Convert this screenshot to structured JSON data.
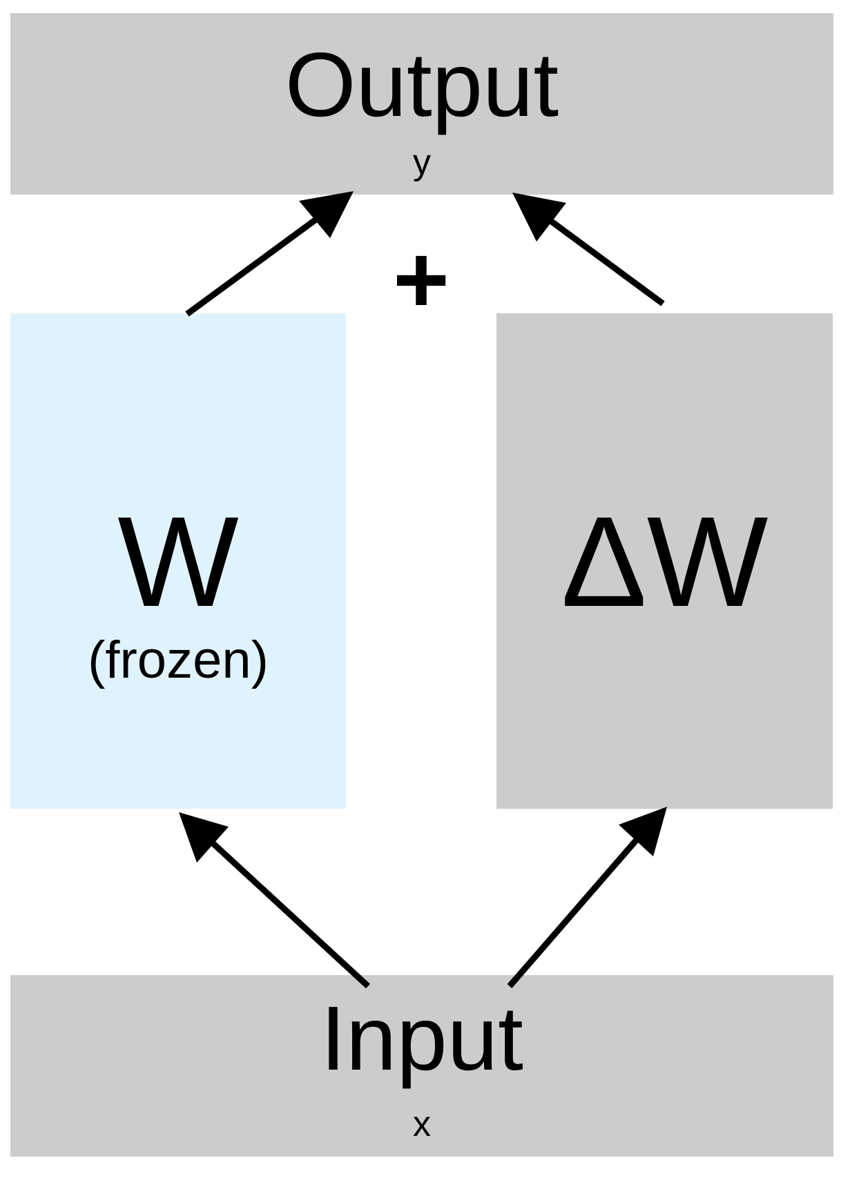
{
  "colors": {
    "gray_box": "#cccccc",
    "frozen_box": "#e0f3fc",
    "arrow": "#000000"
  },
  "output": {
    "title": "Output",
    "symbol": "y"
  },
  "input": {
    "title": "Input",
    "symbol": "x"
  },
  "frozen_weights": {
    "title": "W",
    "note": "(frozen)"
  },
  "delta_weights": {
    "title": "ΔW"
  },
  "operator": "+"
}
